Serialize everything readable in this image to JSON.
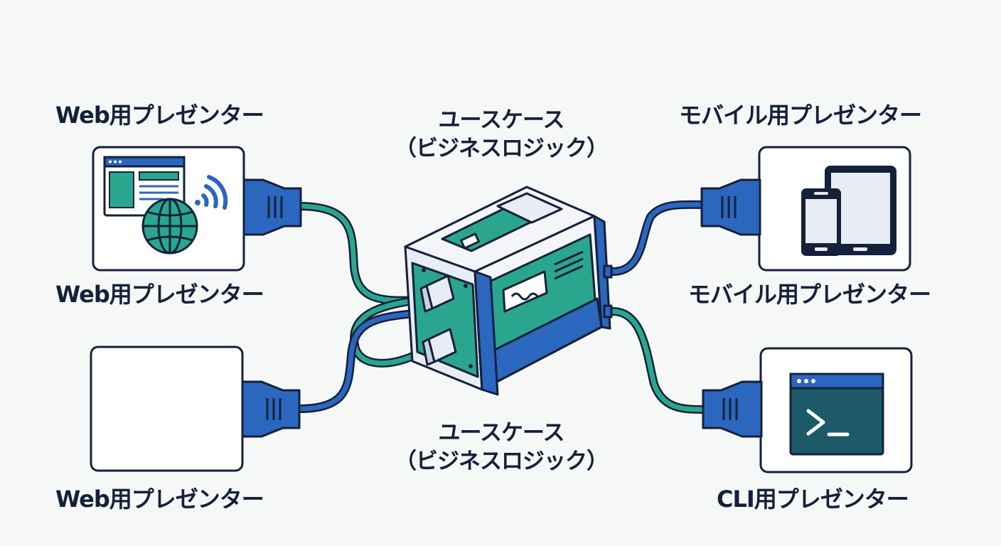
{
  "labels": {
    "web_top": "Web用プレゼンター",
    "web_middle": "Web用プレゼンター",
    "web_bottom": "Web用プレゼンター",
    "mobile_top": "モバイル用プレゼンター",
    "mobile_middle": "モバイル用プレゼンター",
    "cli": "CLI用プレゼンター",
    "usecase_top_line1": "ユースケース",
    "usecase_top_line2": "（ビジネスロジック）",
    "usecase_bottom_line1": "ユースケース",
    "usecase_bottom_line2": "（ビジネスロジック）"
  },
  "icons": {
    "web_card": [
      "browser-window-icon",
      "globe-icon",
      "wifi-icon"
    ],
    "blank_card": [],
    "mobile_card": [
      "tablet-icon",
      "smartphone-icon"
    ],
    "cli_card": [
      "terminal-icon"
    ],
    "center": "usecase-core-box-icon"
  },
  "colors": {
    "outline": "#14213a",
    "blue": "#2b66bf",
    "teal": "#2aa68f",
    "terminal_bg": "#1c5a6a",
    "card_bg": "#ffffff",
    "background": "#f6f7f7"
  }
}
